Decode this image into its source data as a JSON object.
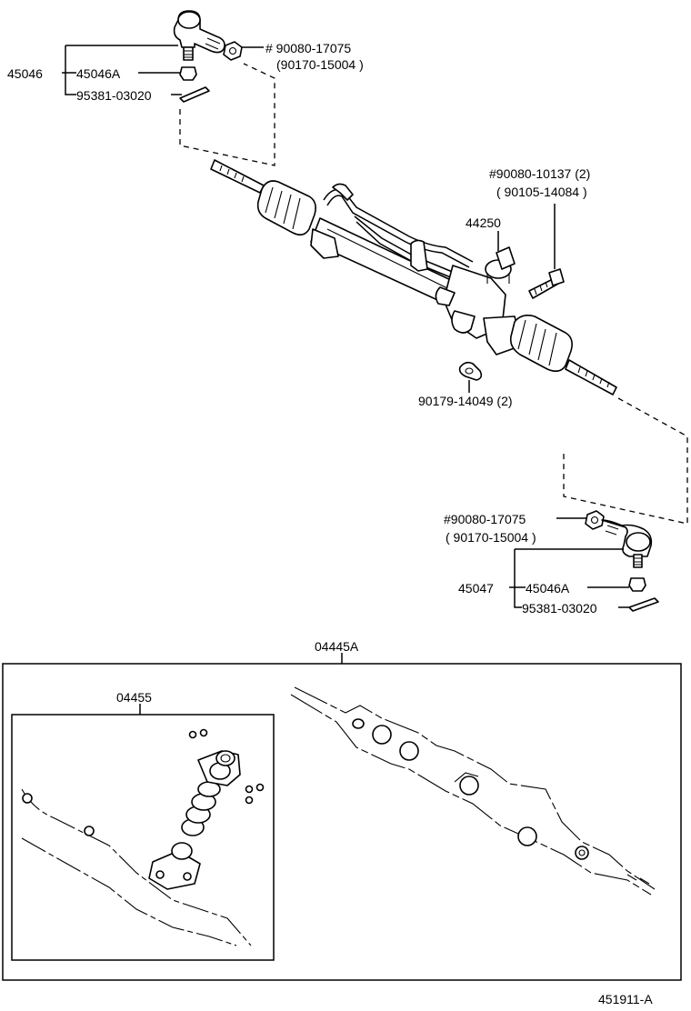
{
  "labels": {
    "tie_end_left_assy": "45046",
    "tie_end_left": "45046A",
    "cotter_pin_left": "95381-03020",
    "nut_upper_primary": "# 90080-17075",
    "nut_upper_alt": "(90170-15004 )",
    "bolt_primary": "#90080-10137 (2)",
    "bolt_alt": "( 90105-14084 )",
    "valve_housing": "44250",
    "grommet": "90179-14049 (2)",
    "nut_lower_primary": "#90080-17075",
    "nut_lower_alt": "( 90170-15004 )",
    "tie_end_right_assy": "45047",
    "tie_end_right": "45046A",
    "cotter_pin_right": "95381-03020",
    "gasket_kit": "04445A",
    "valve_kit": "04455",
    "figure_id": "451911-A"
  }
}
